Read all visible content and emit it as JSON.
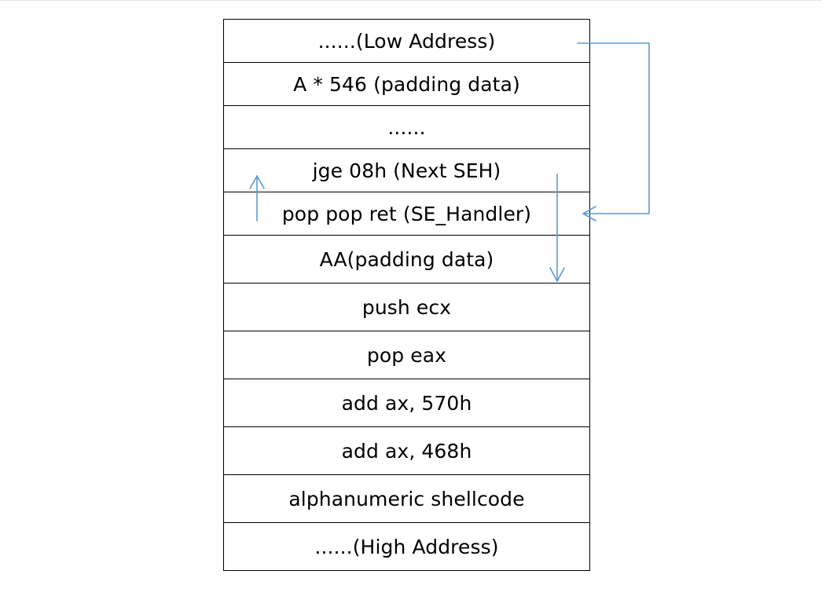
{
  "diagram": {
    "title": "",
    "cells": [
      "......(Low Address)",
      "A * 546 (padding data)",
      "......",
      "jge 08h (Next SEH)",
      "pop pop ret (SE_Handler)",
      "AA(padding data)",
      "push ecx",
      "pop eax",
      "add  ax, 570h",
      "add  ax, 468h",
      "alphanumeric shellcode",
      "......(High Address)"
    ],
    "arrow_color": "#5b9bd5",
    "border_color": "#000000"
  }
}
